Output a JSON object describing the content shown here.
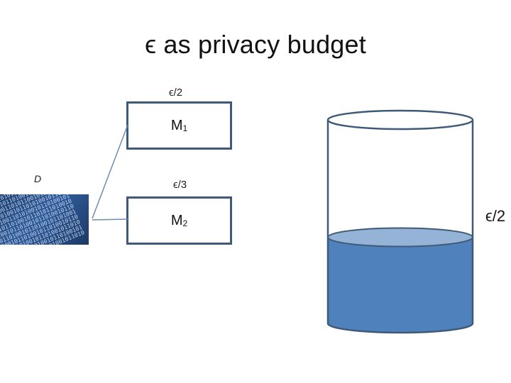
{
  "title": "ϵ as privacy budget",
  "mechanisms": [
    {
      "epsilon_label": "ϵ/2",
      "name": "M",
      "subscript": "1"
    },
    {
      "epsilon_label": "ϵ/3",
      "name": "M",
      "subscript": "2"
    }
  ],
  "dataset": {
    "label": "D",
    "binary_text": "0101100110101001011010011001\n1010011010110100101101010010\n0110101001101011001010110101\n1001011010010110101001011010\n0101101001101010010110100101\n1010010110100101101011010010\n0110100101101001011010010110\n1001011010010110100101101001\n0110100101101001011010010110\n1010010110100101101001011010\n0101101001011010010110100101\n1010010110100101101001011010"
  },
  "budget": {
    "remaining_label": "ϵ/2",
    "fill_fraction": 0.5
  },
  "colors": {
    "liquid": "#4f81bd",
    "liquid_top": "#95b3d7",
    "outline": "#3f5a78",
    "line": "#6f8caf"
  }
}
